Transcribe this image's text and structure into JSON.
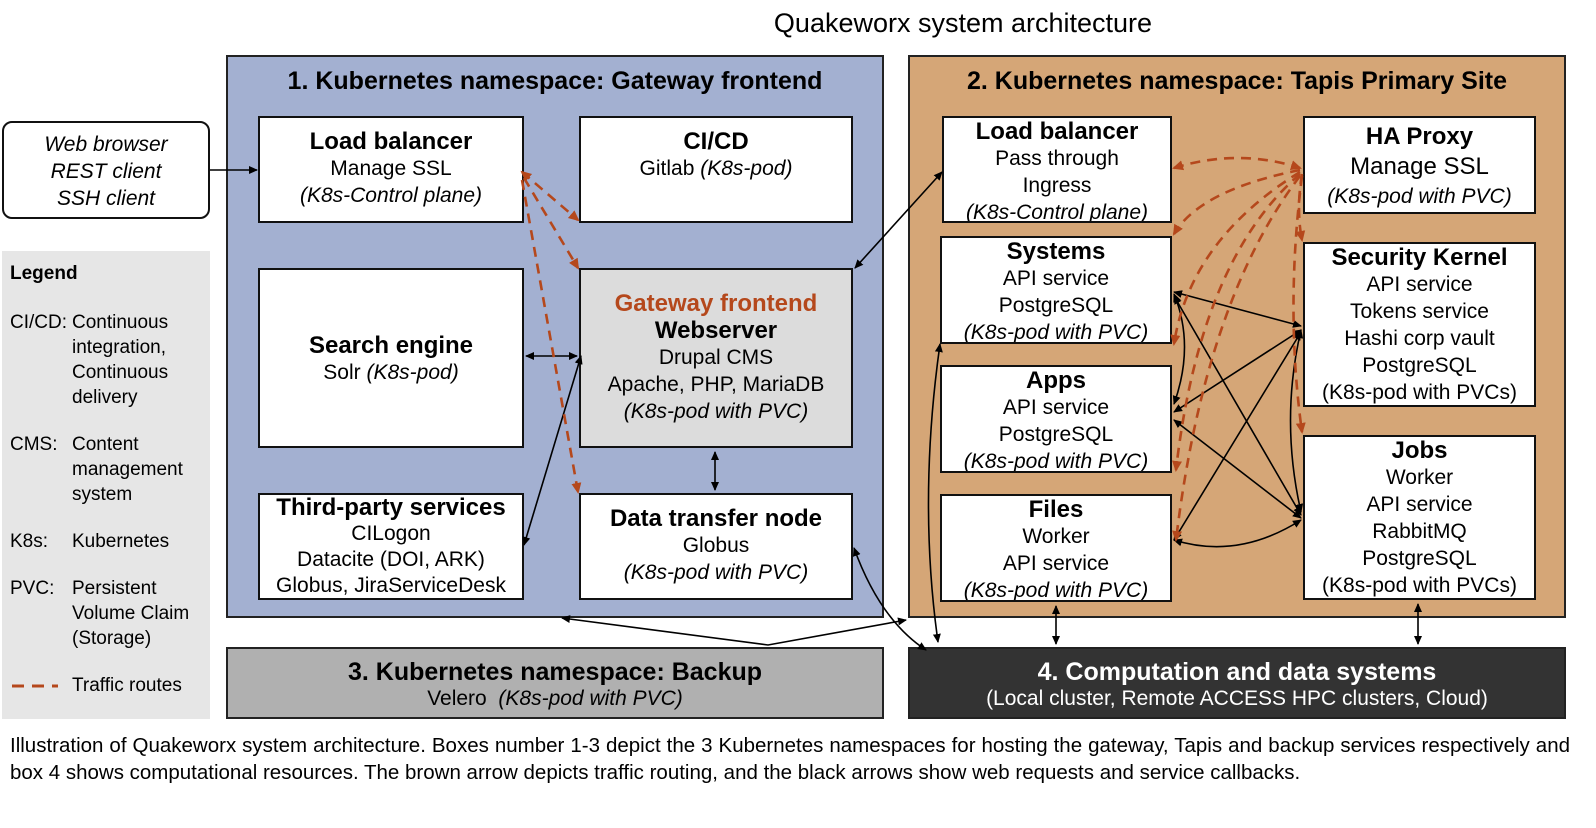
{
  "title": "Quakeworx system architecture",
  "clients": {
    "line1": "Web browser",
    "line2": "REST client",
    "line3": "SSH client"
  },
  "legend": {
    "heading": "Legend",
    "items": [
      {
        "key": "CI/CD:",
        "value": "Continuous integration, Continuous delivery"
      },
      {
        "key": "CMS:",
        "value": "Content management system"
      },
      {
        "key": "K8s:",
        "value": "Kubernetes"
      },
      {
        "key": "PVC:",
        "value": "Persistent Volume Claim (Storage)"
      }
    ],
    "traffic": "Traffic routes"
  },
  "ns1": {
    "title": "1. Kubernetes namespace: Gateway frontend",
    "load_balancer": {
      "title": "Load balancer",
      "l1": "Manage SSL",
      "l2": "(K8s-Control plane)"
    },
    "cicd": {
      "title": "CI/CD",
      "l1a": "Gitlab",
      "l1b": "(K8s-pod)"
    },
    "search": {
      "title": "Search engine",
      "l1a": "Solr",
      "l1b": "(K8s-pod)"
    },
    "gateway": {
      "t1": "Gateway frontend",
      "t2": "Webserver",
      "l1": "Drupal CMS",
      "l2": "Apache, PHP, MariaDB",
      "l3": "(K8s-pod with PVC)"
    },
    "third_party": {
      "title": "Third-party services",
      "l1": "CILogon",
      "l2": "Datacite (DOI, ARK)",
      "l3": "Globus, JiraServiceDesk"
    },
    "dtn": {
      "title": "Data transfer node",
      "l1": "Globus",
      "l2": "(K8s-pod with PVC)"
    }
  },
  "ns2": {
    "title": "2. Kubernetes namespace: Tapis Primary Site",
    "load_balancer": {
      "title": "Load balancer",
      "l1": "Pass through",
      "l2": "Ingress",
      "l3": "(K8s-Control plane)"
    },
    "haproxy": {
      "title": "HA Proxy",
      "l1": "Manage SSL",
      "l2": "(K8s-pod with PVC)"
    },
    "systems": {
      "title": "Systems",
      "l1": "API service",
      "l2": "PostgreSQL",
      "l3": "(K8s-pod with PVC)"
    },
    "security": {
      "title": "Security Kernel",
      "l1": "API service",
      "l2": "Tokens service",
      "l3": "Hashi corp vault",
      "l4": "PostgreSQL",
      "l5": "(K8s-pod with PVCs)"
    },
    "apps": {
      "title": "Apps",
      "l1": "API service",
      "l2": "PostgreSQL",
      "l3": "(K8s-pod with PVC)"
    },
    "jobs": {
      "title": "Jobs",
      "l1": "Worker",
      "l2": "API service",
      "l3": "RabbitMQ",
      "l4": "PostgreSQL",
      "l5": "(K8s-pod with PVCs)"
    },
    "files": {
      "title": "Files",
      "l1": "Worker",
      "l2": "API service",
      "l3": "(K8s-pod with PVC)"
    }
  },
  "ns3": {
    "title": "3. Kubernetes namespace: Backup",
    "l1a": "Velero",
    "l1b": "(K8s-pod with PVC)"
  },
  "ns4": {
    "title": "4. Computation and data systems",
    "l1": "(Local cluster, Remote ACCESS HPC clusters, Cloud)"
  },
  "caption": "Illustration of Quakeworx system architecture. Boxes number 1-3 depict the 3 Kubernetes namespaces for hosting the gateway, Tapis and backup services respectively and box 4 shows computational resources. The brown arrow depicts traffic routing, and the black arrows show web requests and service callbacks.",
  "colors": {
    "ns1": "#a3b0d1",
    "ns2": "#d5a677",
    "ns3": "#b0b0b0",
    "ns4": "#333333",
    "traffic": "#b5481c",
    "gateway_box": "#dcdcdc",
    "legend_bg": "#e6e6e6"
  }
}
